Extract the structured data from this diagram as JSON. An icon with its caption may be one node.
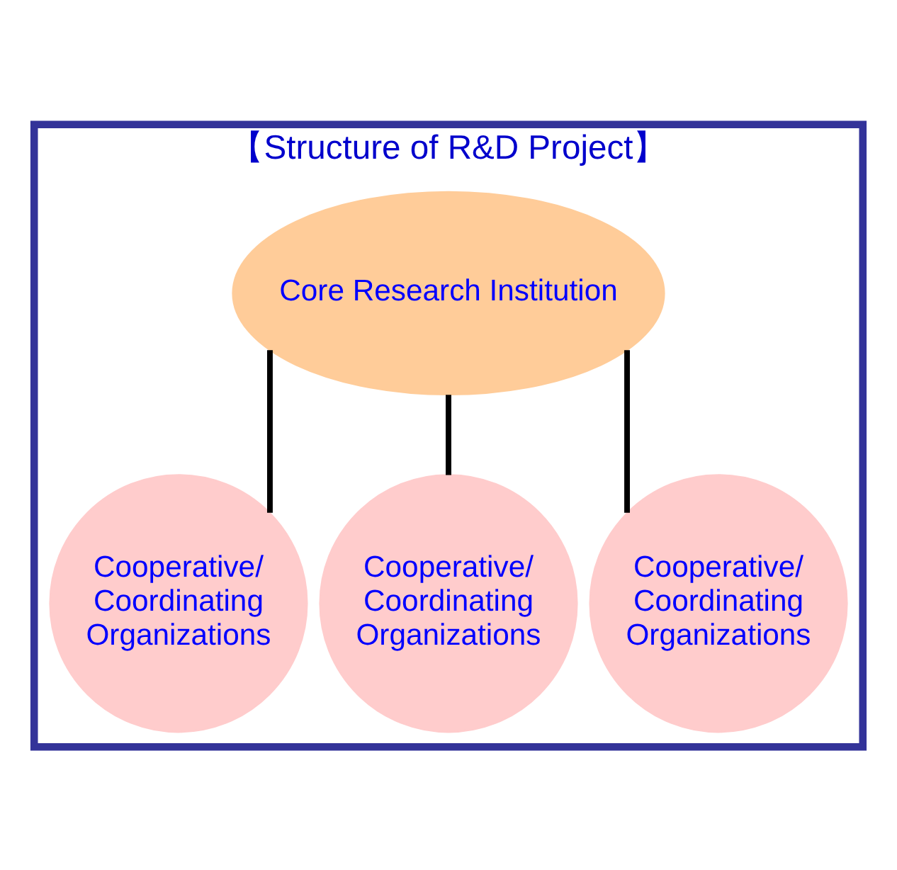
{
  "diagram": {
    "nodes": [
      {
        "text": [
          "【Structure of R&D Project】"
        ]
      },
      {
        "text": [
          "Core Research Institution"
        ],
        "in": 0
      },
      {
        "text": [
          "Cooperative/ Coordinating Organizations"
        ],
        "in": 0
      },
      {
        "text": [
          "Cooperative/ Coordinating Organizations"
        ],
        "in": 0
      },
      {
        "text": [
          "Cooperative/ Coordinating Organizations"
        ],
        "in": 0
      }
    ],
    "edges": [
      {
        "from": 1,
        "to": 2,
        "arrow": "none"
      },
      {
        "from": 1,
        "to": 3,
        "arrow": "none"
      },
      {
        "from": 1,
        "to": 4,
        "arrow": "none"
      }
    ]
  }
}
